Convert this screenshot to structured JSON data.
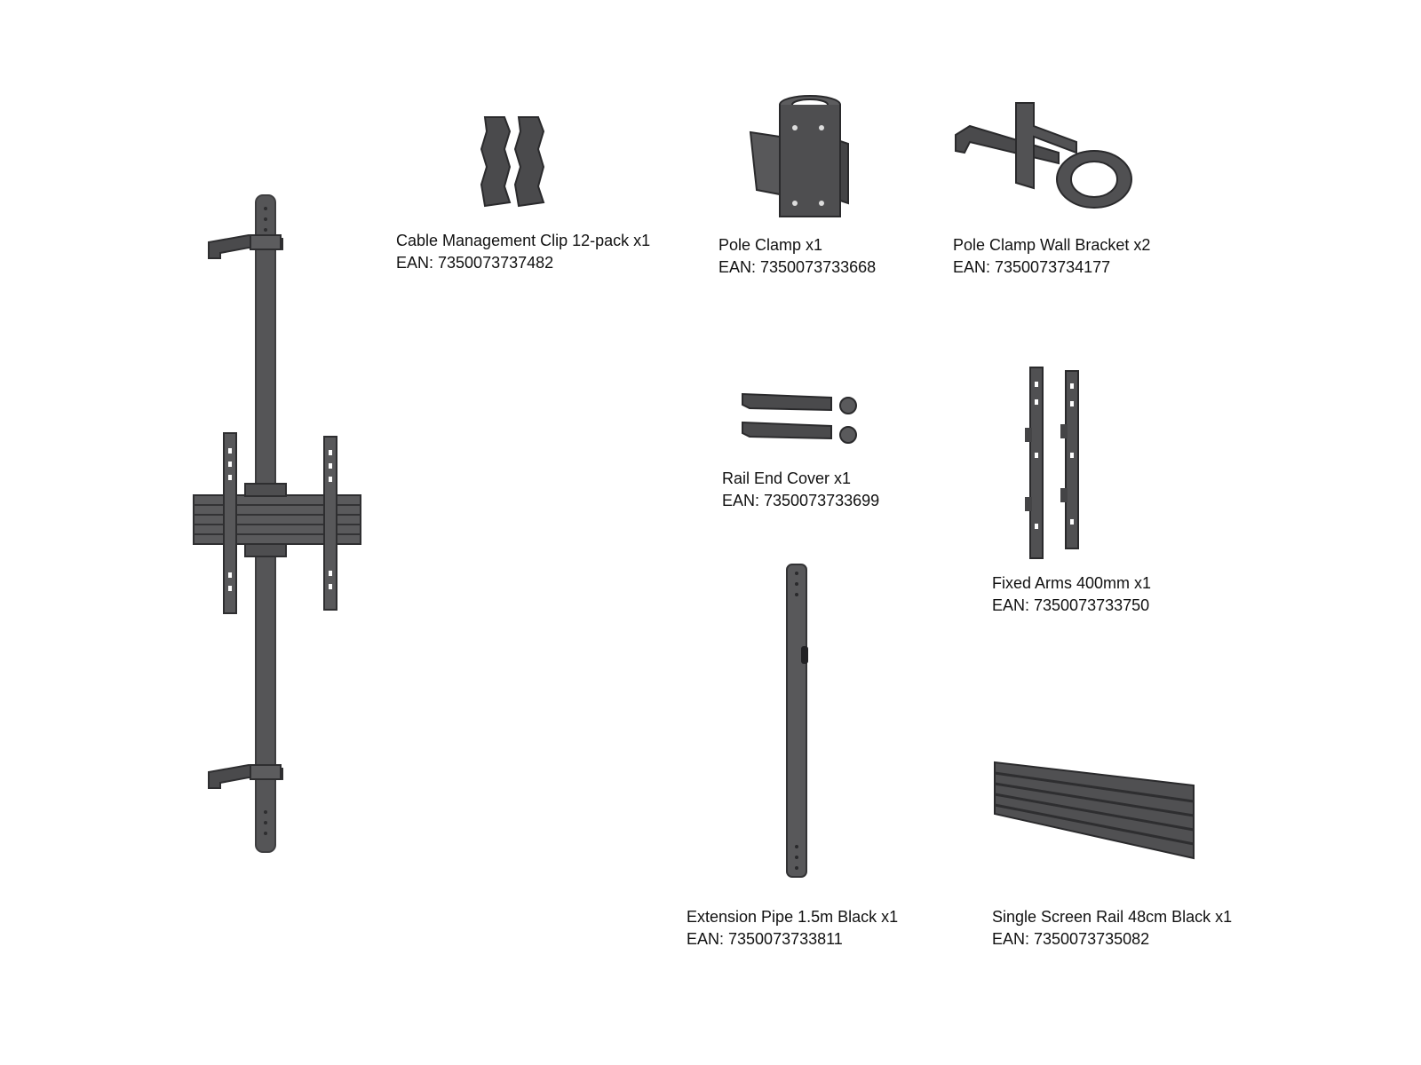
{
  "colors": {
    "metal_dark": "#3e3e40",
    "metal_mid": "#555557",
    "metal_light": "#6c6c6e",
    "background": "#ffffff"
  },
  "items": [
    {
      "name": "Cable Management Clip 12-pack x1",
      "ean": "EAN: 7350073737482"
    },
    {
      "name": "Pole Clamp x1",
      "ean": "EAN: 7350073733668"
    },
    {
      "name": "Pole Clamp Wall Bracket x2",
      "ean": "EAN: 7350073734177"
    },
    {
      "name": "Rail End Cover x1",
      "ean": "EAN: 7350073733699"
    },
    {
      "name": "Fixed Arms 400mm x1",
      "ean": "EAN: 7350073733750"
    },
    {
      "name": "Extension Pipe 1.5m Black x1",
      "ean": "EAN: 7350073733811"
    },
    {
      "name": "Single Screen Rail 48cm Black x1",
      "ean": "EAN: 7350073735082"
    }
  ]
}
